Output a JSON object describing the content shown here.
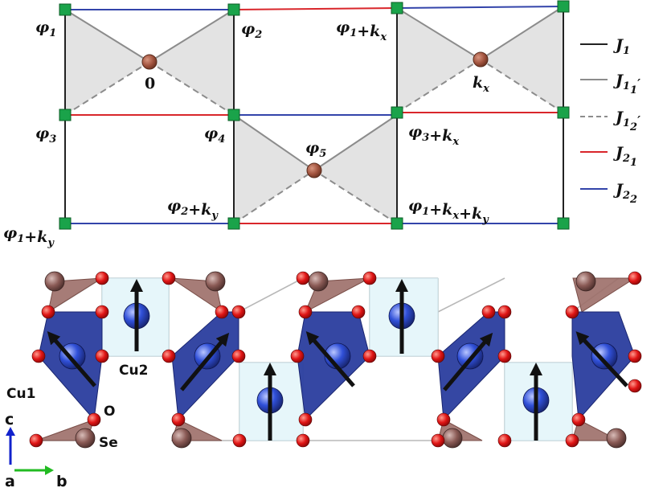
{
  "lattice": {
    "site_labels": {
      "phi1": "φ1",
      "phi2": "φ2",
      "phi1_kx": "φ1+kx",
      "phi3": "φ3",
      "phi4": "φ4",
      "phi3_kx": "φ3+kx",
      "phi5": "φ5",
      "phi2_ky": "φ2+ky",
      "phi1_kx_ky": "φ1+kx+ky",
      "phi1_ky": "φ1+ky"
    },
    "center_labels": {
      "c0": "0",
      "ckx": "kx"
    },
    "colors": {
      "site": "#1aa34a",
      "center": "#a0523d",
      "j1": "#222222",
      "j11": "#8c8c8c",
      "j21": "#d9262b",
      "j22": "#3344aa",
      "shade": "#e3e3e3"
    }
  },
  "legend": [
    {
      "key": "J1",
      "style": "solid",
      "color": "#222222"
    },
    {
      "key": "J11'",
      "style": "solid",
      "color": "#8c8c8c"
    },
    {
      "key": "J12'",
      "style": "dashed",
      "color": "#8c8c8c"
    },
    {
      "key": "J21",
      "style": "solid",
      "color": "#d9262b"
    },
    {
      "key": "J22",
      "style": "solid",
      "color": "#3344aa"
    }
  ],
  "structure": {
    "labels": {
      "cu1": "Cu1",
      "cu2": "Cu2",
      "o": "O",
      "se": "Se"
    },
    "axes": {
      "c": "c",
      "a": "a",
      "b": "b"
    },
    "colors": {
      "cu": "#3050d8",
      "o": "#e01515",
      "se": "#8a5a55",
      "cu1_poly": "#2a3d9e",
      "cu2_poly": "#e6f6fa",
      "se_poly": "#9c6e68",
      "axis_c": "#1122cc",
      "axis_b": "#22bb22"
    }
  }
}
